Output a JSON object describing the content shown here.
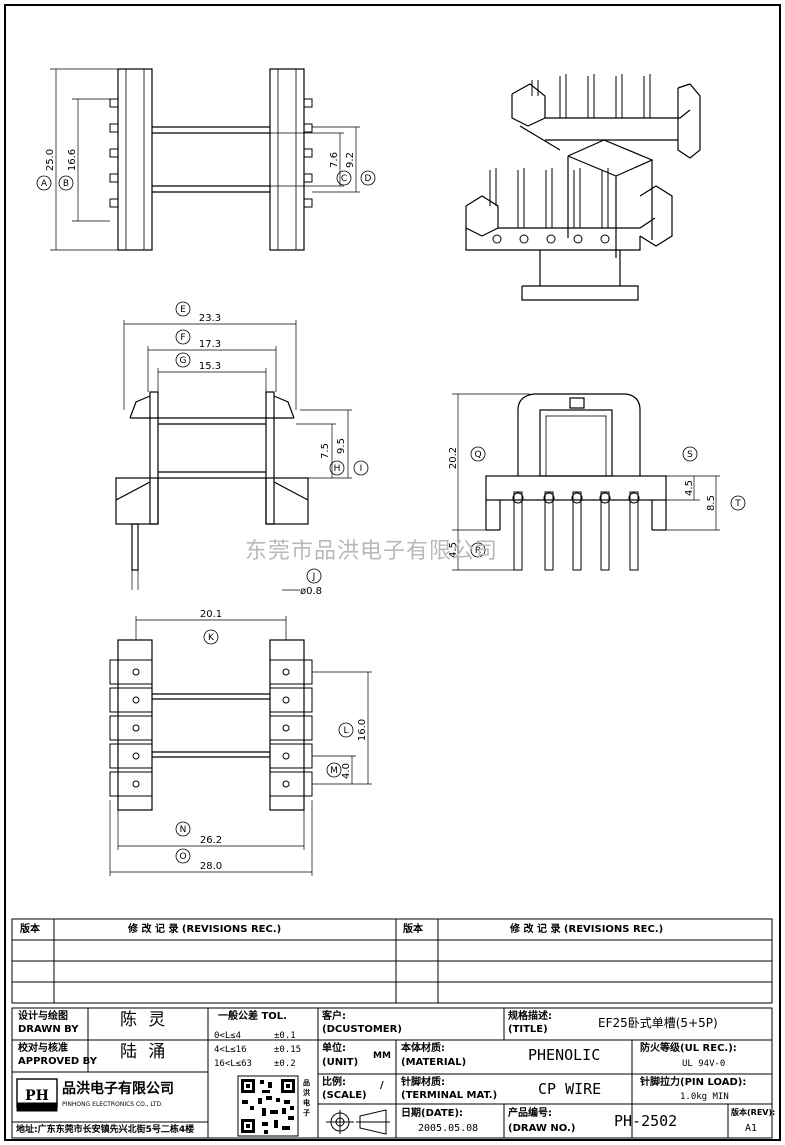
{
  "drawing": {
    "dims": {
      "d25": "25.0",
      "d166": "16.6",
      "d76": "7.6",
      "d92": "9.2",
      "d233": "23.3",
      "d173": "17.3",
      "d153": "15.3",
      "d75": "7.5",
      "d95": "9.5",
      "d08": "ø0.8",
      "d201": "20.1",
      "d160": "16.0",
      "d40": "4.0",
      "d262": "26.2",
      "d280": "28.0",
      "d202": "20.2",
      "d45a": "4.5",
      "d45b": "4.5",
      "d85": "8.5"
    },
    "labels": {
      "A": "A",
      "B": "B",
      "C": "C",
      "D": "D",
      "E": "E",
      "F": "F",
      "G": "G",
      "H": "H",
      "I": "I",
      "J": "J",
      "K": "K",
      "L": "L",
      "M": "M",
      "N": "N",
      "O": "O",
      "Q": "Q",
      "R": "R",
      "S": "S",
      "T": "T"
    },
    "watermark": "东莞市品洪电子有限公司"
  },
  "revisions": {
    "ver_label": "版本",
    "rec_label": "修 改 记 录 (REVISIONS REC.)"
  },
  "titleblock": {
    "designed_cn": "设计与绘图",
    "designed_en": "DRAWN BY",
    "designer": "陈 灵",
    "approved_cn": "校对与核准",
    "approved_en": "APPROVED BY",
    "approver": "陆 涌",
    "tol_title": "一般公差 TOL.",
    "tol_rows": [
      {
        "range": "0<L≤4",
        "val": "±0.1"
      },
      {
        "range": "4<L≤16",
        "val": "±0.15"
      },
      {
        "range": "16<L≤63",
        "val": "±0.2"
      }
    ],
    "customer_cn": "客户:",
    "customer_en": "(DCUSTOMER)",
    "unit_cn": "单位:",
    "unit_en": "(UNIT)",
    "unit": "MM",
    "scale_cn": "比例:",
    "scale_en": "(SCALE)",
    "scale": "/",
    "date_cn": "日期(DATE):",
    "date": "2005.05.08",
    "title_cn": "规格描述:",
    "title_en": "(TITLE)",
    "title": "EF25卧式单槽(5+5P)",
    "material_cn": "本体材质:",
    "material_en": "(MATERIAL)",
    "material": "PHENOLIC",
    "terminal_cn": "针脚材质:",
    "terminal_en": "(TERMINAL MAT.)",
    "terminal": "CP WIRE",
    "drawno_cn": "产品编号:",
    "drawno_en": "(DRAW NO.)",
    "drawno": "PH-2502",
    "fire_cn": "防火等级(UL REC.):",
    "fire": "UL 94V-0",
    "pinload_cn": "针脚拉力(PIN LOAD):",
    "pinload": "1.0kg MIN",
    "rev_cn": "版本(REV):",
    "rev": "A1",
    "company_cn": "品洪电子有限公司",
    "company_en": "PINHONG ELECTRONICS CO., LTD.",
    "logo": "PH",
    "side_text": "品洪电子",
    "address": "地址:广东东莞市长安镇先兴北街5号二栋4楼"
  }
}
